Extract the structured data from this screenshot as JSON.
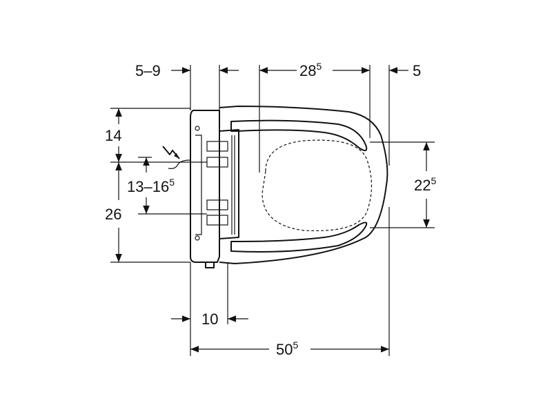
{
  "dimensions": {
    "gap_range": "5–9",
    "top_inner_base": "28",
    "top_inner_sup": "5",
    "right_offset": "5",
    "left_upper": "14",
    "left_lower": "26",
    "connection_range_base": "13–16",
    "connection_range_sup": "5",
    "right_height_base": "22",
    "right_height_sup": "5",
    "bottom_small": "10",
    "bottom_total_base": "50",
    "bottom_total_sup": "5"
  },
  "symbols": {
    "power": "lightning-bolt-icon"
  },
  "colors": {
    "line": "#111111",
    "background": "#ffffff"
  }
}
